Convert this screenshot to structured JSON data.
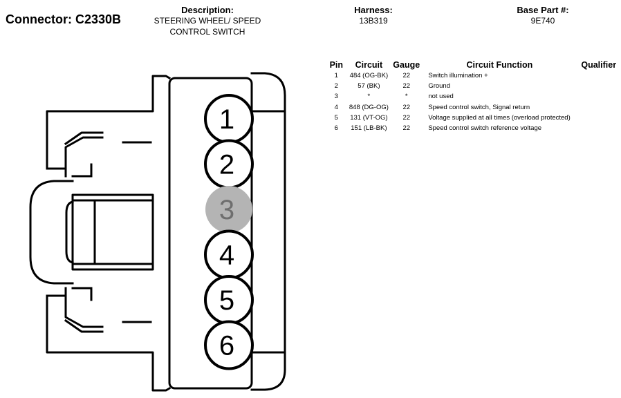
{
  "connector": "Connector: C2330B",
  "description": {
    "label": "Description:",
    "lines": [
      "STEERING WHEEL/ SPEED",
      "CONTROL SWITCH"
    ]
  },
  "harness": {
    "label": "Harness:",
    "value": "13B319"
  },
  "base_part": {
    "label": "Base Part #:",
    "value": "9E740"
  },
  "table": {
    "headers": {
      "pin": "Pin",
      "circuit": "Circuit",
      "gauge": "Gauge",
      "function": "Circuit Function",
      "qualifier": "Qualifier"
    },
    "rows": [
      {
        "pin": "1",
        "circuit": "484 (OG-BK)",
        "gauge": "22",
        "function": "Switch illumination +",
        "qualifier": ""
      },
      {
        "pin": "2",
        "circuit": "57 (BK)",
        "gauge": "22",
        "function": "Ground",
        "qualifier": ""
      },
      {
        "pin": "3",
        "circuit": "*",
        "gauge": "*",
        "function": "not used",
        "qualifier": ""
      },
      {
        "pin": "4",
        "circuit": "848 (DG-OG)",
        "gauge": "22",
        "function": "Speed control switch, Signal return",
        "qualifier": ""
      },
      {
        "pin": "5",
        "circuit": "131 (VT-OG)",
        "gauge": "22",
        "function": "Voltage supplied at all times (overload protected)",
        "qualifier": ""
      },
      {
        "pin": "6",
        "circuit": "151 (LB-BK)",
        "gauge": "22",
        "function": "Speed control switch reference voltage",
        "qualifier": ""
      }
    ]
  },
  "pins": [
    {
      "label": "1",
      "used": true
    },
    {
      "label": "2",
      "used": true
    },
    {
      "label": "3",
      "used": false
    },
    {
      "label": "4",
      "used": true
    },
    {
      "label": "5",
      "used": true
    },
    {
      "label": "6",
      "used": true
    }
  ],
  "colors": {
    "unused_pin_fill": "#b4b4b4",
    "unused_pin_text": "#6e6e6e",
    "line": "#000000"
  }
}
